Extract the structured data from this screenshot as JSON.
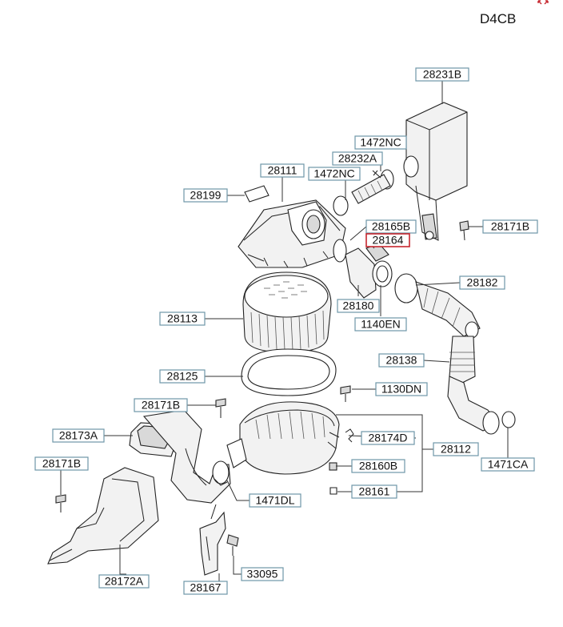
{
  "header": {
    "code": "D4CB"
  },
  "labels": {
    "l28231B": "28231B",
    "l1472NC_top": "1472NC",
    "l28232A": "28232A",
    "l28111": "28111",
    "l1472NC_mid": "1472NC",
    "l28199": "28199",
    "l28165B": "28165B",
    "l28164": "28164",
    "l28171B_right": "28171B",
    "l28182": "28182",
    "l28180": "28180",
    "l1140EN": "1140EN",
    "l28113": "28113",
    "l28138": "28138",
    "l28125": "28125",
    "l1130DN": "1130DN",
    "l28171B_mid": "28171B",
    "l28173A": "28173A",
    "l28174D": "28174D",
    "l28112": "28112",
    "l28171B_left": "28171B",
    "l28160B": "28160B",
    "l1471CA": "1471CA",
    "l28161": "28161",
    "l1471DL": "1471DL",
    "l33095": "33095",
    "l28172A": "28172A",
    "l28167": "28167"
  },
  "selected_part": "28164",
  "icons": {
    "expand": "expand-arrows-icon"
  },
  "colors": {
    "label_border": "#6e97a8",
    "selected_border": "#c6262e",
    "expand_icon": "#c6262e"
  }
}
